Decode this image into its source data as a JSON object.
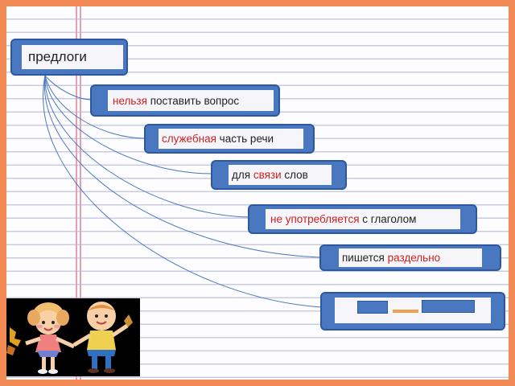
{
  "root": {
    "label": "предлоги"
  },
  "items": [
    {
      "parts": [
        {
          "text": "нельзя",
          "red": true
        },
        {
          "text": " поставить вопрос",
          "red": false
        }
      ]
    },
    {
      "parts": [
        {
          "text": "служебная",
          "red": true
        },
        {
          "text": " часть речи",
          "red": false
        }
      ]
    },
    {
      "parts": [
        {
          "text": "для ",
          "red": false
        },
        {
          "text": "связи",
          "red": true
        },
        {
          "text": " слов",
          "red": false
        }
      ]
    },
    {
      "parts": [
        {
          "text": "не употребляется",
          "red": true
        },
        {
          "text": " с глаголом",
          "red": false
        }
      ]
    },
    {
      "parts": [
        {
          "text": "пишется ",
          "red": false
        },
        {
          "text": "раздельно",
          "red": true
        }
      ]
    }
  ],
  "colors": {
    "frame": "#f28a55",
    "box_fill": "#4a78c0",
    "box_border": "#2d58a0",
    "connector": "#4a78c0",
    "accent_red": "#cc2020",
    "dash": "#f0a050"
  },
  "icons": {
    "corner_picture": "children-illustration"
  }
}
